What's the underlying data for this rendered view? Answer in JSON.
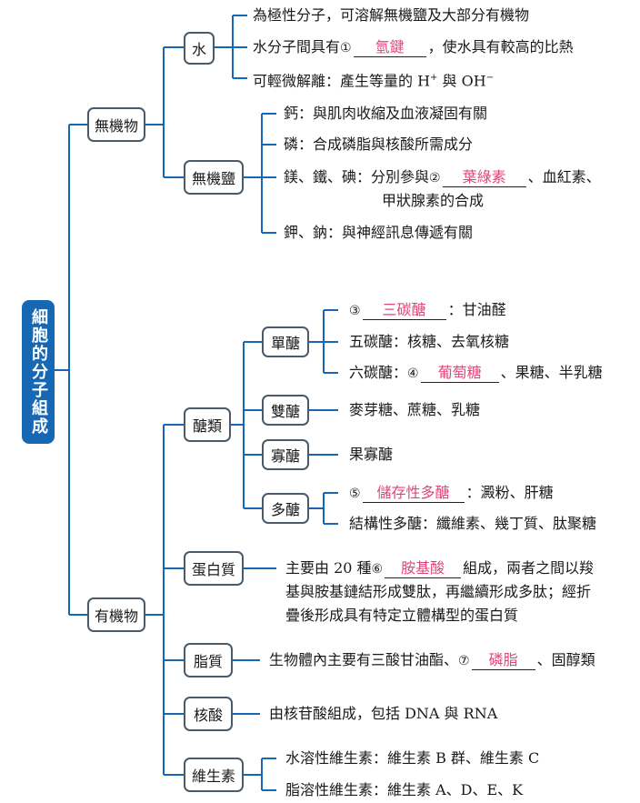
{
  "root": "細胞的分子組成",
  "inorganic": {
    "label": "無機物",
    "water": {
      "label": "水",
      "l1": "為極性分子，可溶解無機鹽及大部分有機物",
      "l2_pre": "水分子間具有",
      "l2_num": "①",
      "l2_ans": "氫鍵",
      "l2_post": "，使水具有較高的比熱",
      "l3_pre": "可輕微解離：產生等量的 H",
      "l3_sup1": "+",
      "l3_mid": " 與 OH",
      "l3_sup2": "−"
    },
    "salts": {
      "label": "無機鹽",
      "l1": "鈣：與肌肉收縮及血液凝固有關",
      "l2": "磷：合成磷脂與核酸所需成分",
      "l3_pre": "鎂、鐵、碘：分別參與",
      "l3_num": "②",
      "l3_ans": "葉綠素",
      "l3_post": "、血紅素、",
      "l3b": "甲狀腺素的合成",
      "l4": "鉀、鈉：與神經訊息傳遞有關"
    }
  },
  "organic": {
    "label": "有機物",
    "sugars": {
      "label": "醣類",
      "mono": {
        "label": "單醣",
        "a_num": "③",
        "a_ans": "三碳醣",
        "a_post": "：甘油醛",
        "b": "五碳醣：核糖、去氧核糖",
        "c_pre": "六碳醣：",
        "c_num": "④",
        "c_ans": "葡萄糖",
        "c_post": "、果糖、半乳糖"
      },
      "di": {
        "label": "雙醣",
        "text": "麥芽糖、蔗糖、乳糖"
      },
      "oligo": {
        "label": "寡醣",
        "text": "果寡醣"
      },
      "poly": {
        "label": "多醣",
        "a_num": "⑤",
        "a_ans": "儲存性多醣",
        "a_post": "：澱粉、肝糖",
        "b": "結構性多醣：纖維素、幾丁質、肽聚糖"
      }
    },
    "protein": {
      "label": "蛋白質",
      "l1_pre": "主要由 20 種",
      "l1_num": "⑥",
      "l1_ans": "胺基酸",
      "l1_post": "組成，兩者之間以羧",
      "l2": "基與胺基鏈結形成雙肽，再繼續形成多肽；經折",
      "l3": "疊後形成具有特定立體構型的蛋白質"
    },
    "lipid": {
      "label": "脂質",
      "pre": "生物體內主要有三酸甘油酯、",
      "num": "⑦",
      "ans": "磷脂",
      "post": "、固醇類"
    },
    "nucleic": {
      "label": "核酸",
      "text": "由核苷酸組成，包括 DNA 與 RNA"
    },
    "vitamin": {
      "label": "維生素",
      "l1": "水溶性維生素：維生素 B 群、維生素 C",
      "l2": "脂溶性維生素：維生素 A、D、E、K"
    }
  }
}
